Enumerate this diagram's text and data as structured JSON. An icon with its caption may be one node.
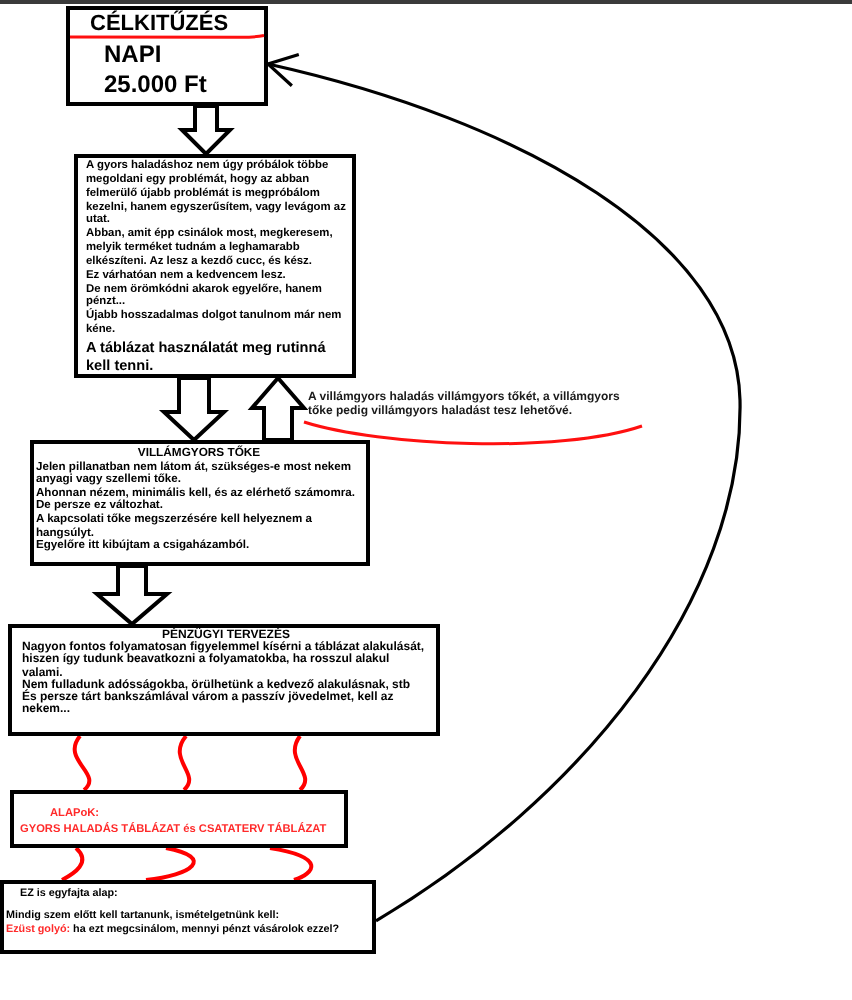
{
  "diagram": {
    "nodes": [
      {
        "text": [
          "CÉLKITŰZÉS",
          "NAPI 25.000 Ft"
        ]
      },
      {
        "text": [
          "A gyors haladáshoz nem úgy próbálok többe megoldani egy problémát, hogy az abban felmerülő újabb problémát is megpróbálom kezelni, hanem egyszerűsítem, vagy levágom az utat.",
          "Abban, amit épp csinálok most, megkeresem, melyik terméket tudnám a leghamarabb elkészíteni. Az lesz a kezdő cucc, és kész.",
          "Ez várhatóan nem a kedvencem lesz.",
          "De nem örömkódni akarok egyelőre, hanem pénzt...",
          "Újabb hosszadalmas dolgot tanulnom már nem kéne.",
          "A táblázat használatát meg rutinná kell tenni."
        ]
      },
      {
        "text": [
          "VILLÁMGYORS TŐKE",
          "Jelen pillanatban nem látom át, szükséges-e most nekem anyagi vagy szellemi tőke.",
          "Ahonnan nézem, minimális kell, és az elérhető számomra.",
          "De persze ez változhat.",
          "A kapcsolati tőke megszerzésére kell helyeznem a hangsúlyt.",
          "Egyelőre itt kibújtam a csigaházamból."
        ]
      },
      {
        "text": [
          "PÉNZÜGYI TERVEZÉS",
          "Nagyon fontos folyamatosan figyelemmel kísérni a táblázat alakulását, hiszen így tudunk beavatkozni a folyamatokba, ha rosszul alakul valami.",
          "Nem fulladunk adósságokba, örülhetünk a kedvező alakulásnak, stb",
          "És persze tárt bankszámlával várom a passzív jövedelmet, kell az nekem..."
        ]
      },
      {
        "text": [
          "ALAPoK:",
          "GYORS HALADÁS TÁBLÁZAT és CSATATERV TÁBLÁZAT"
        ]
      },
      {
        "text": [
          "EZ is egyfajta alap:",
          "Mindig szem előtt kell tartanunk, ismételgetnünk kell:",
          "Ezüst golyó:",
          "ha ezt megcsinálom, mennyi pénzt vásárolok ezzel?"
        ]
      }
    ],
    "edges": [
      {
        "from": 0,
        "to": 1,
        "arrow": "to",
        "style": "thick"
      },
      {
        "from": 1,
        "to": 2,
        "arrow": "to",
        "style": "thick"
      },
      {
        "from": 2,
        "to": 1,
        "arrow": "to",
        "style": "thick"
      },
      {
        "from": 2,
        "to": 3,
        "arrow": "to",
        "style": "thick"
      },
      {
        "from": 3,
        "to": 4,
        "arrow": "none",
        "color": "#ff0000"
      },
      {
        "from": 3,
        "to": 4,
        "arrow": "none",
        "color": "#ff0000"
      },
      {
        "from": 3,
        "to": 4,
        "arrow": "none",
        "color": "#ff0000"
      },
      {
        "from": 4,
        "to": 5,
        "arrow": "none",
        "color": "#ff0000"
      },
      {
        "from": 4,
        "to": 5,
        "arrow": "none",
        "color": "#ff0000"
      },
      {
        "from": 4,
        "to": 5,
        "arrow": "none",
        "color": "#ff0000"
      },
      {
        "from": 5,
        "to": 0,
        "arrow": "to",
        "color": "#000000"
      }
    ],
    "labels": [
      "A villámgyors haladás villámgyors tőkét, a villámgyors tőke pedig villámgyors haladást tesz lehetővé."
    ]
  }
}
